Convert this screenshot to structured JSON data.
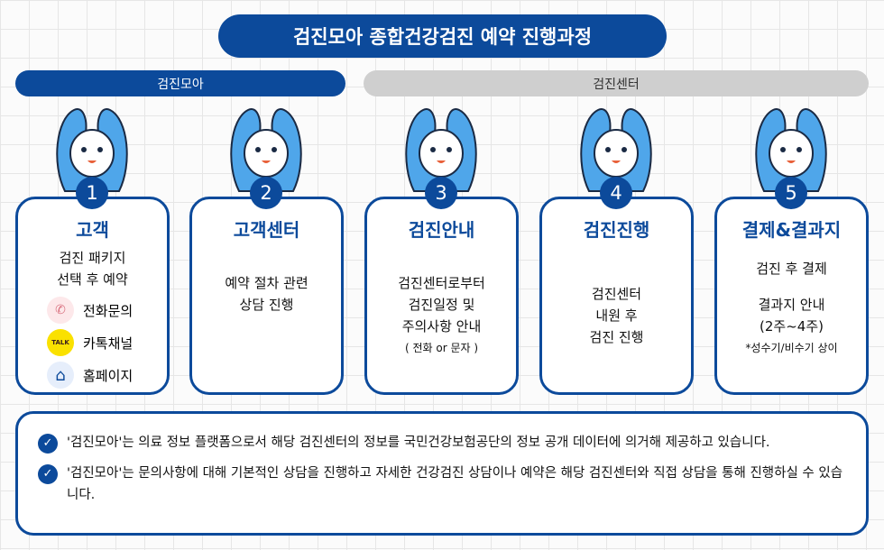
{
  "title": "검진모아 종합건강검진 예약 진행과정",
  "phases": [
    "검진모아",
    "검진센터"
  ],
  "steps": [
    {
      "num": "1",
      "title": "고객",
      "body": [
        "검진 패키지",
        "선택 후 예약"
      ],
      "contacts": [
        {
          "icon": "phone-icon",
          "label": "전화문의"
        },
        {
          "icon": "kakaotalk-icon",
          "label": "카톡채널",
          "icon_text": "TALK"
        },
        {
          "icon": "home-icon",
          "label": "홈페이지"
        }
      ]
    },
    {
      "num": "2",
      "title": "고객센터",
      "body": [
        "예약 절차 관련",
        "상담 진행"
      ]
    },
    {
      "num": "3",
      "title": "검진안내",
      "body": [
        "검진센터로부터",
        "검진일정 및",
        "주의사항 안내"
      ],
      "note": "( 전화 or 문자 )"
    },
    {
      "num": "4",
      "title": "검진진행",
      "body": [
        "검진센터",
        "내원 후",
        "검진 진행"
      ]
    },
    {
      "num": "5",
      "title": "결제&결과지",
      "body": [
        "검진 후 결제",
        "",
        "결과지 안내",
        "(2주~4주)"
      ],
      "note": "*성수기/비수기 상이"
    }
  ],
  "notes": [
    "'검진모아'는 의료 정보 플랫폼으로서 해당 검진센터의 정보를 국민건강보험공단의 정보 공개 데이터에 의거해 제공하고 있습니다.",
    "'검진모아'는 문의사항에 대해 기본적인 상담을 진행하고 자세한 건강검진 상담이나 예약은 해당 검진센터와 직접 상담을 통해 진행하실 수 있습니다."
  ],
  "colors": {
    "primary": "#0c4a9b",
    "secondary": "#cfcfcf"
  }
}
